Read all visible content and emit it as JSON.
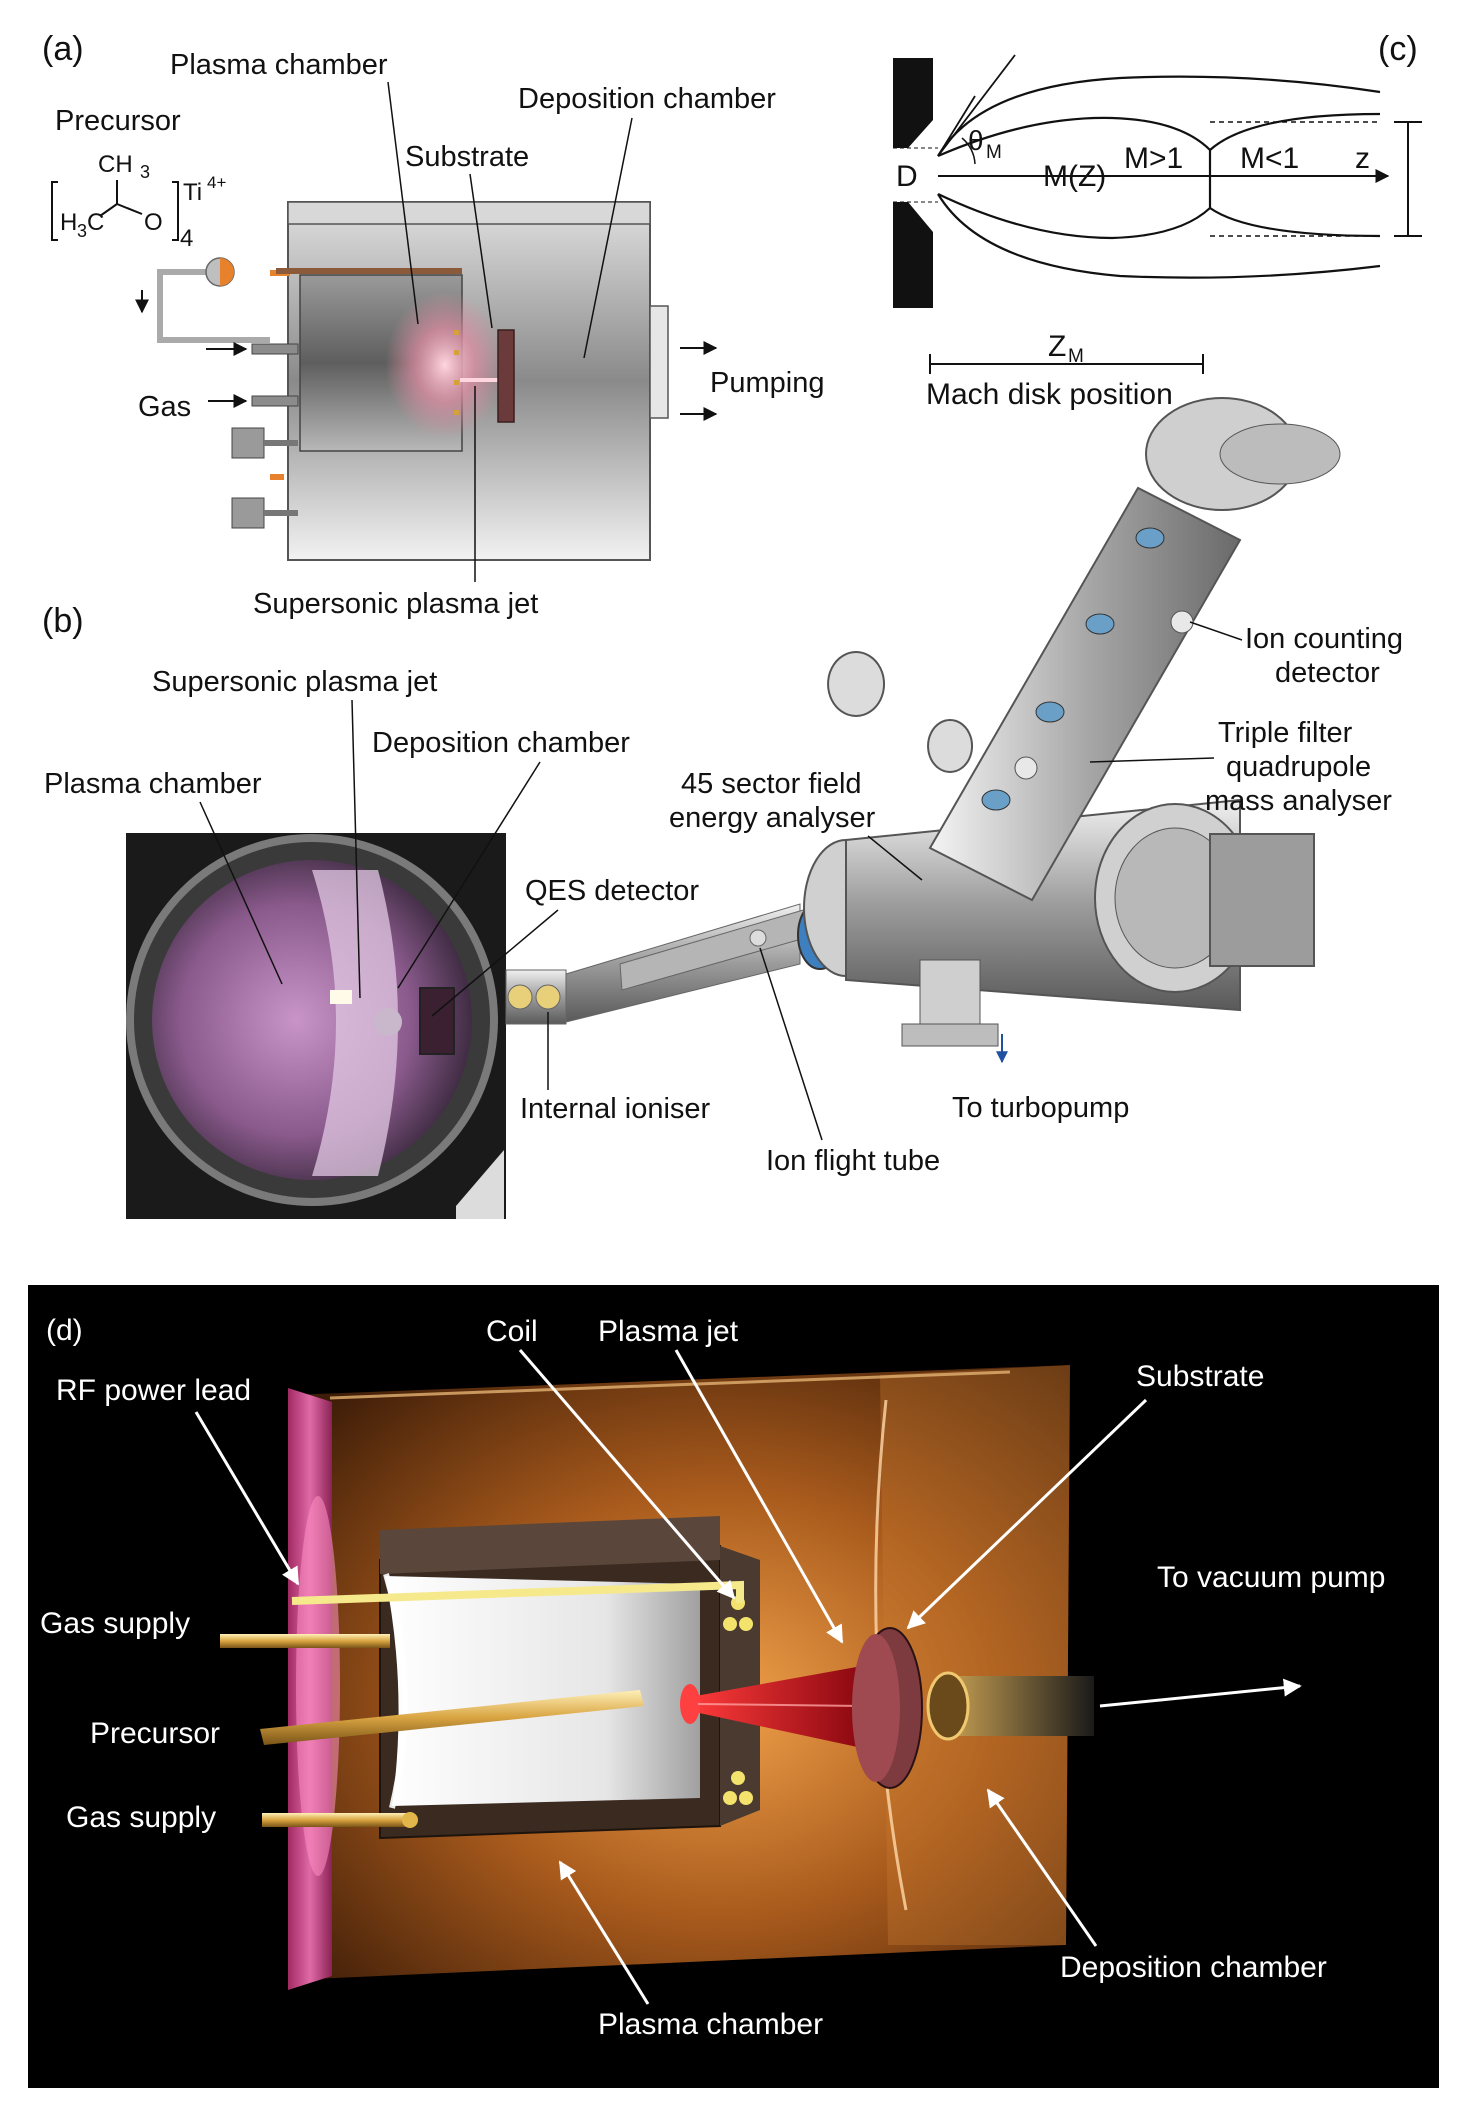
{
  "panels": {
    "a": {
      "tag": "(a)",
      "precursor": "Precursor",
      "formula": {
        "ch3": "CH",
        "ch3_sub": "3",
        "h3c_h": "H",
        "h3c_sub": "3",
        "h3c_c": "C",
        "o": "O",
        "ti": "Ti",
        "ti_charge": "4+",
        "count": "4"
      },
      "plasma_chamber": "Plasma chamber",
      "substrate": "Substrate",
      "deposition_chamber": "Deposition chamber",
      "gas": "Gas",
      "pumping": "Pumping",
      "supersonic_plasma_jet": "Supersonic plasma jet"
    },
    "b": {
      "tag": "(b)",
      "supersonic_plasma_jet": "Supersonic plasma jet",
      "deposition_chamber": "Deposition chamber",
      "plasma_chamber": "Plasma chamber",
      "qes_detector": "QES detector",
      "energy_analyser_1": "45 sector field",
      "energy_analyser_2": "energy analyser",
      "internal_ioniser": "Internal ioniser",
      "ion_flight_tube": "Ion flight tube",
      "to_turbopump": "To turbopump",
      "ion_counting_1": "Ion counting",
      "ion_counting_2": "detector",
      "triple_filter_1": "Triple filter",
      "triple_filter_2": "quadrupole",
      "triple_filter_3": "mass analyser"
    },
    "c": {
      "tag": "(c)",
      "theta": "θ",
      "theta_sub": "M",
      "d": "D",
      "m_of_z": "M(Z)",
      "m_gt_1": "M>1",
      "m_lt_1": "M<1",
      "z_axis": "z",
      "zm": "Z",
      "zm_sub": "M",
      "mach_disk": "Mach disk position"
    },
    "d": {
      "tag": "(d)",
      "coil": "Coil",
      "plasma_jet": "Plasma jet",
      "rf_power_lead": "RF power lead",
      "substrate": "Substrate",
      "to_vacuum_pump": "To vacuum pump",
      "gas_supply_top": "Gas supply",
      "precursor": "Precursor",
      "gas_supply_bottom": "Gas supply",
      "deposition_chamber": "Deposition chamber",
      "plasma_chamber": "Plasma chamber"
    }
  },
  "colors": {
    "ink": "#111111",
    "plasma_glow": "#f4a6b8",
    "substrate": "#6b3a3a",
    "orange": "#e8812c",
    "purple": "#b87fc2",
    "red_jet": "#d0141c",
    "gold": "#d9a441",
    "pink_wall": "#d04b8c"
  }
}
